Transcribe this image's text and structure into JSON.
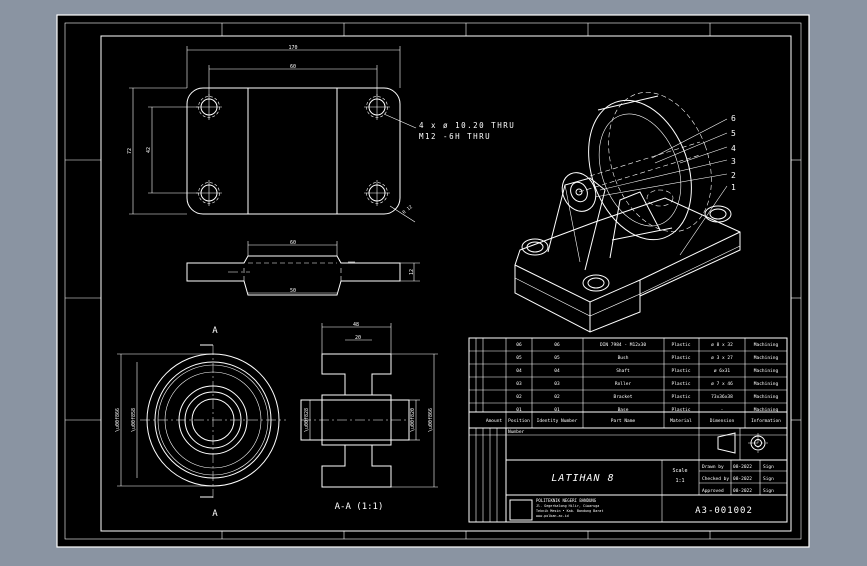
{
  "drawing": {
    "hole_note_line1": "4 x ø 10.20 THRU",
    "hole_note_line2": "M12 -6H THRU",
    "section_mark": "A",
    "section_label": "A-A (1:1)",
    "balloons": [
      "6",
      "5",
      "4",
      "3",
      "2",
      "1"
    ]
  },
  "bom": {
    "rows": [
      {
        "item": "06",
        "qty": "06",
        "part": "DIN 7984 - M12x30",
        "material": "Plastic",
        "dim": "ø 8 x 32",
        "remark": "Machining"
      },
      {
        "item": "05",
        "qty": "05",
        "part": "Bush",
        "material": "Plastic",
        "dim": "ø 3 x 27",
        "remark": "Machining"
      },
      {
        "item": "04",
        "qty": "04",
        "part": "Shaft",
        "material": "Plastic",
        "dim": "ø 6x31",
        "remark": "Machining"
      },
      {
        "item": "03",
        "qty": "03",
        "part": "Roller",
        "material": "Plastic",
        "dim": "ø 7 x 46",
        "remark": "Machining"
      },
      {
        "item": "02",
        "qty": "02",
        "part": "Bracket",
        "material": "Plastic",
        "dim": "73x36x38",
        "remark": "Machining"
      },
      {
        "item": "01",
        "qty": "01",
        "part": "Base",
        "material": "Plastic",
        "dim": "-",
        "remark": "Machining"
      }
    ],
    "header": {
      "amount": "Amount",
      "position": "Position",
      "identity": "Identity Number",
      "part_name": "Part Name",
      "material": "Material",
      "dimension": "Dimension",
      "information": "Information"
    }
  },
  "title_block": {
    "number_label": "Number",
    "title": "LATIHAN 8",
    "scale_label": "Scale",
    "scale_value": "1:1",
    "drawn_label": "Drawn by",
    "checked_label": "Checked by",
    "approved_label": "Approved",
    "date_value": "08-2022",
    "signature_label": "Sign",
    "drawing_number": "A3-001002",
    "company_line1": "POLITEKNIK NEGERI BANDUNG",
    "company_line2": "Jl. Gegerkalong Hilir, Ciwaruga",
    "company_line3": "Teknik Mesin • Kab. Bandung Barat",
    "company_line4": "www.polban.ac.id"
  },
  "colors": {
    "page": "#8a94a2",
    "sheet": "#000000",
    "lines": "#ffffff",
    "accent_blue": "#3a6ea5"
  }
}
